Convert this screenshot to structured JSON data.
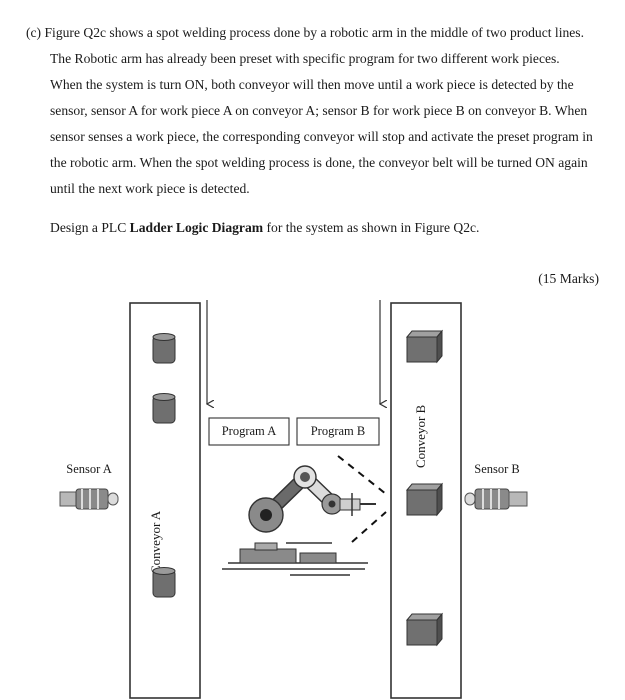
{
  "question": {
    "label": "(c)",
    "para1": "Figure Q2c shows a spot welding process done by a robotic arm in the middle of two product lines. The Robotic arm has already been preset with specific program for two different work pieces.",
    "para2": "When the system is turn ON, both conveyor will then move until a work piece is detected by the sensor, sensor A for work piece A on conveyor A; sensor B for work piece B on conveyor B. When sensor senses a work piece, the corresponding conveyor will stop and activate the preset program in the robotic arm. When the spot welding process is done, the conveyor belt will be turned ON again until the next work piece is detected.",
    "design_prefix": "Design a PLC ",
    "design_bold": "Ladder Logic Diagram",
    "design_suffix": " for the system as shown in Figure Q2c.",
    "marks": "(15 Marks)"
  },
  "figure": {
    "sensor_a_label": "Sensor A",
    "sensor_b_label": "Sensor B",
    "conveyor_a_label": "Conveyor A",
    "conveyor_b_label": "Conveyor B",
    "program_a_label": "Program A",
    "program_b_label": "Program B"
  }
}
